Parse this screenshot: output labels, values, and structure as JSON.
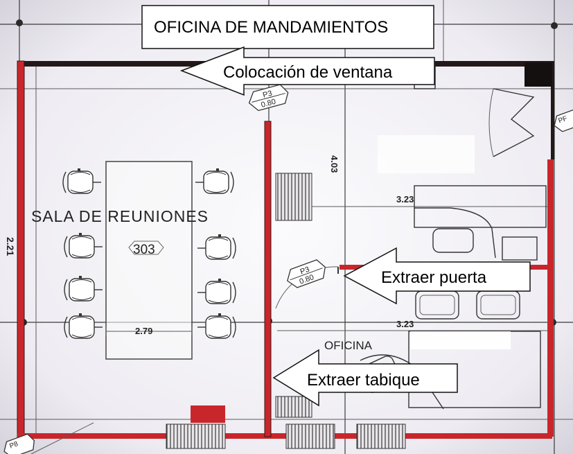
{
  "annotations": {
    "office_title": "OFICINA DE MANDAMIENTOS",
    "window_note": "Colocación de ventana",
    "door_note": "Extraer puerta",
    "partition_note": "Extraer tabique"
  },
  "plan": {
    "meeting_room_label": "SALA DE REUNIONES",
    "meeting_room_number": "303",
    "office_label": "OFICINA",
    "dimensions": {
      "table_span": "2.79",
      "meeting_room_side": "2.21",
      "corridor": "4.03",
      "office_upper": "3.23",
      "office_lower": "3.23"
    },
    "door_tags": [
      {
        "code": "P3",
        "width": "0.80"
      },
      {
        "code": "P3",
        "width": "0.80"
      }
    ],
    "other_tags": [
      "P8",
      "PF"
    ]
  },
  "icons": {
    "note_arrows": "left-arrow-callout",
    "chairs": "chair-icon"
  },
  "colors": {
    "wall_red": "#c9262b",
    "wall_dark": "#241818",
    "note_fill": "#ffffff",
    "paper": "#f3f2f6"
  }
}
